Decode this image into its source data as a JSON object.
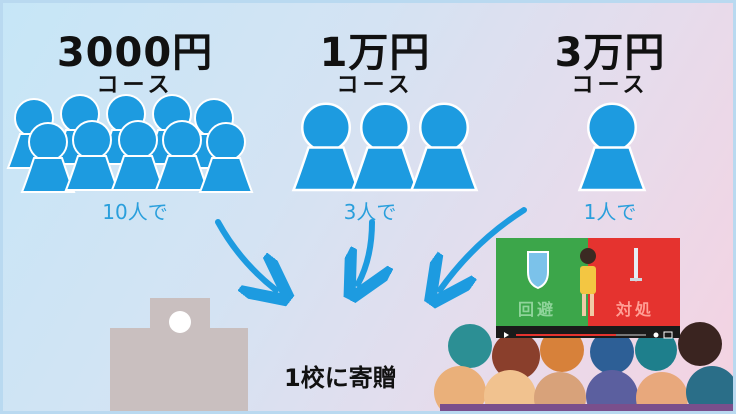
{
  "courses": [
    {
      "price": "3000円",
      "course": "コース",
      "people": "10人で"
    },
    {
      "price": "1万円",
      "course": "コース",
      "people": "3人で"
    },
    {
      "price": "3万円",
      "course": "コース",
      "people": "1人で"
    }
  ],
  "donate_text": "1校に寄贈",
  "video": {
    "left_label": "回避",
    "right_label": "対処"
  },
  "colors": {
    "person": "#1d9be0",
    "accent_text": "#2a9fdc",
    "sign_green": "#3ca64a",
    "sign_red": "#e5332f"
  }
}
